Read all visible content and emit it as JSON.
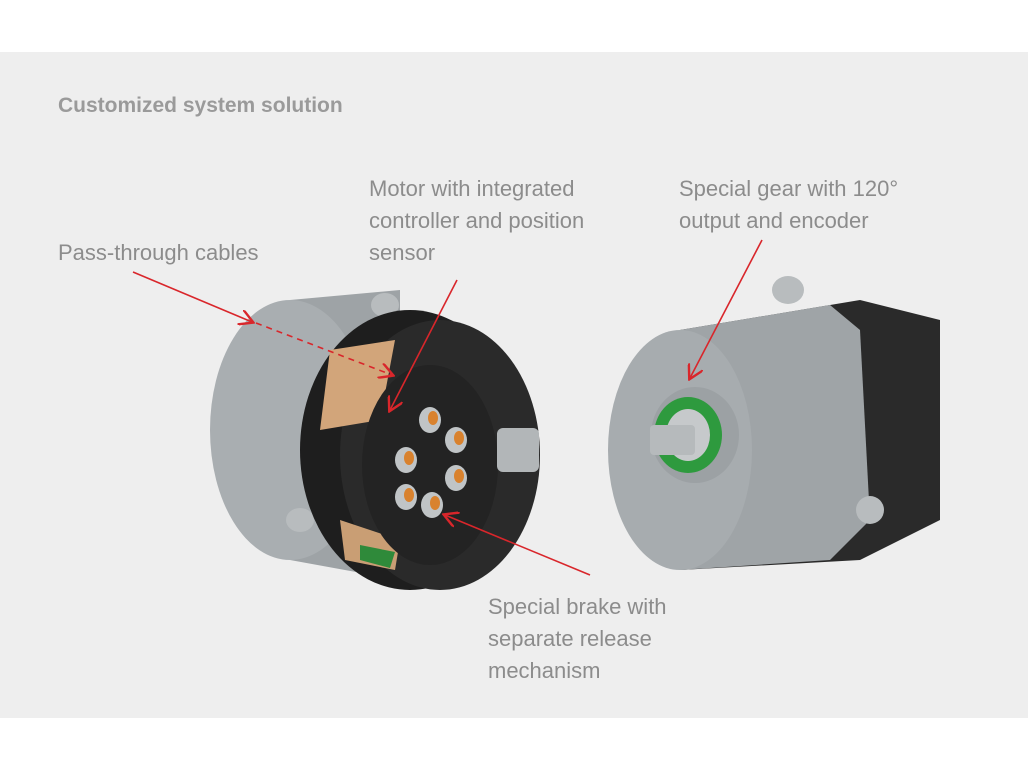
{
  "title": "Customized system solution",
  "labels": {
    "pass_through": [
      "Pass-through cables"
    ],
    "motor": [
      "Motor with integrated",
      "controller and position",
      "sensor"
    ],
    "gear": [
      "Special gear with 120°",
      "output and encoder"
    ],
    "brake": [
      "Special brake with",
      "separate release",
      "mechanism"
    ]
  },
  "colors": {
    "arrow": "#d9262b",
    "text": "#8c8c8c",
    "background": "#eeeeee"
  }
}
